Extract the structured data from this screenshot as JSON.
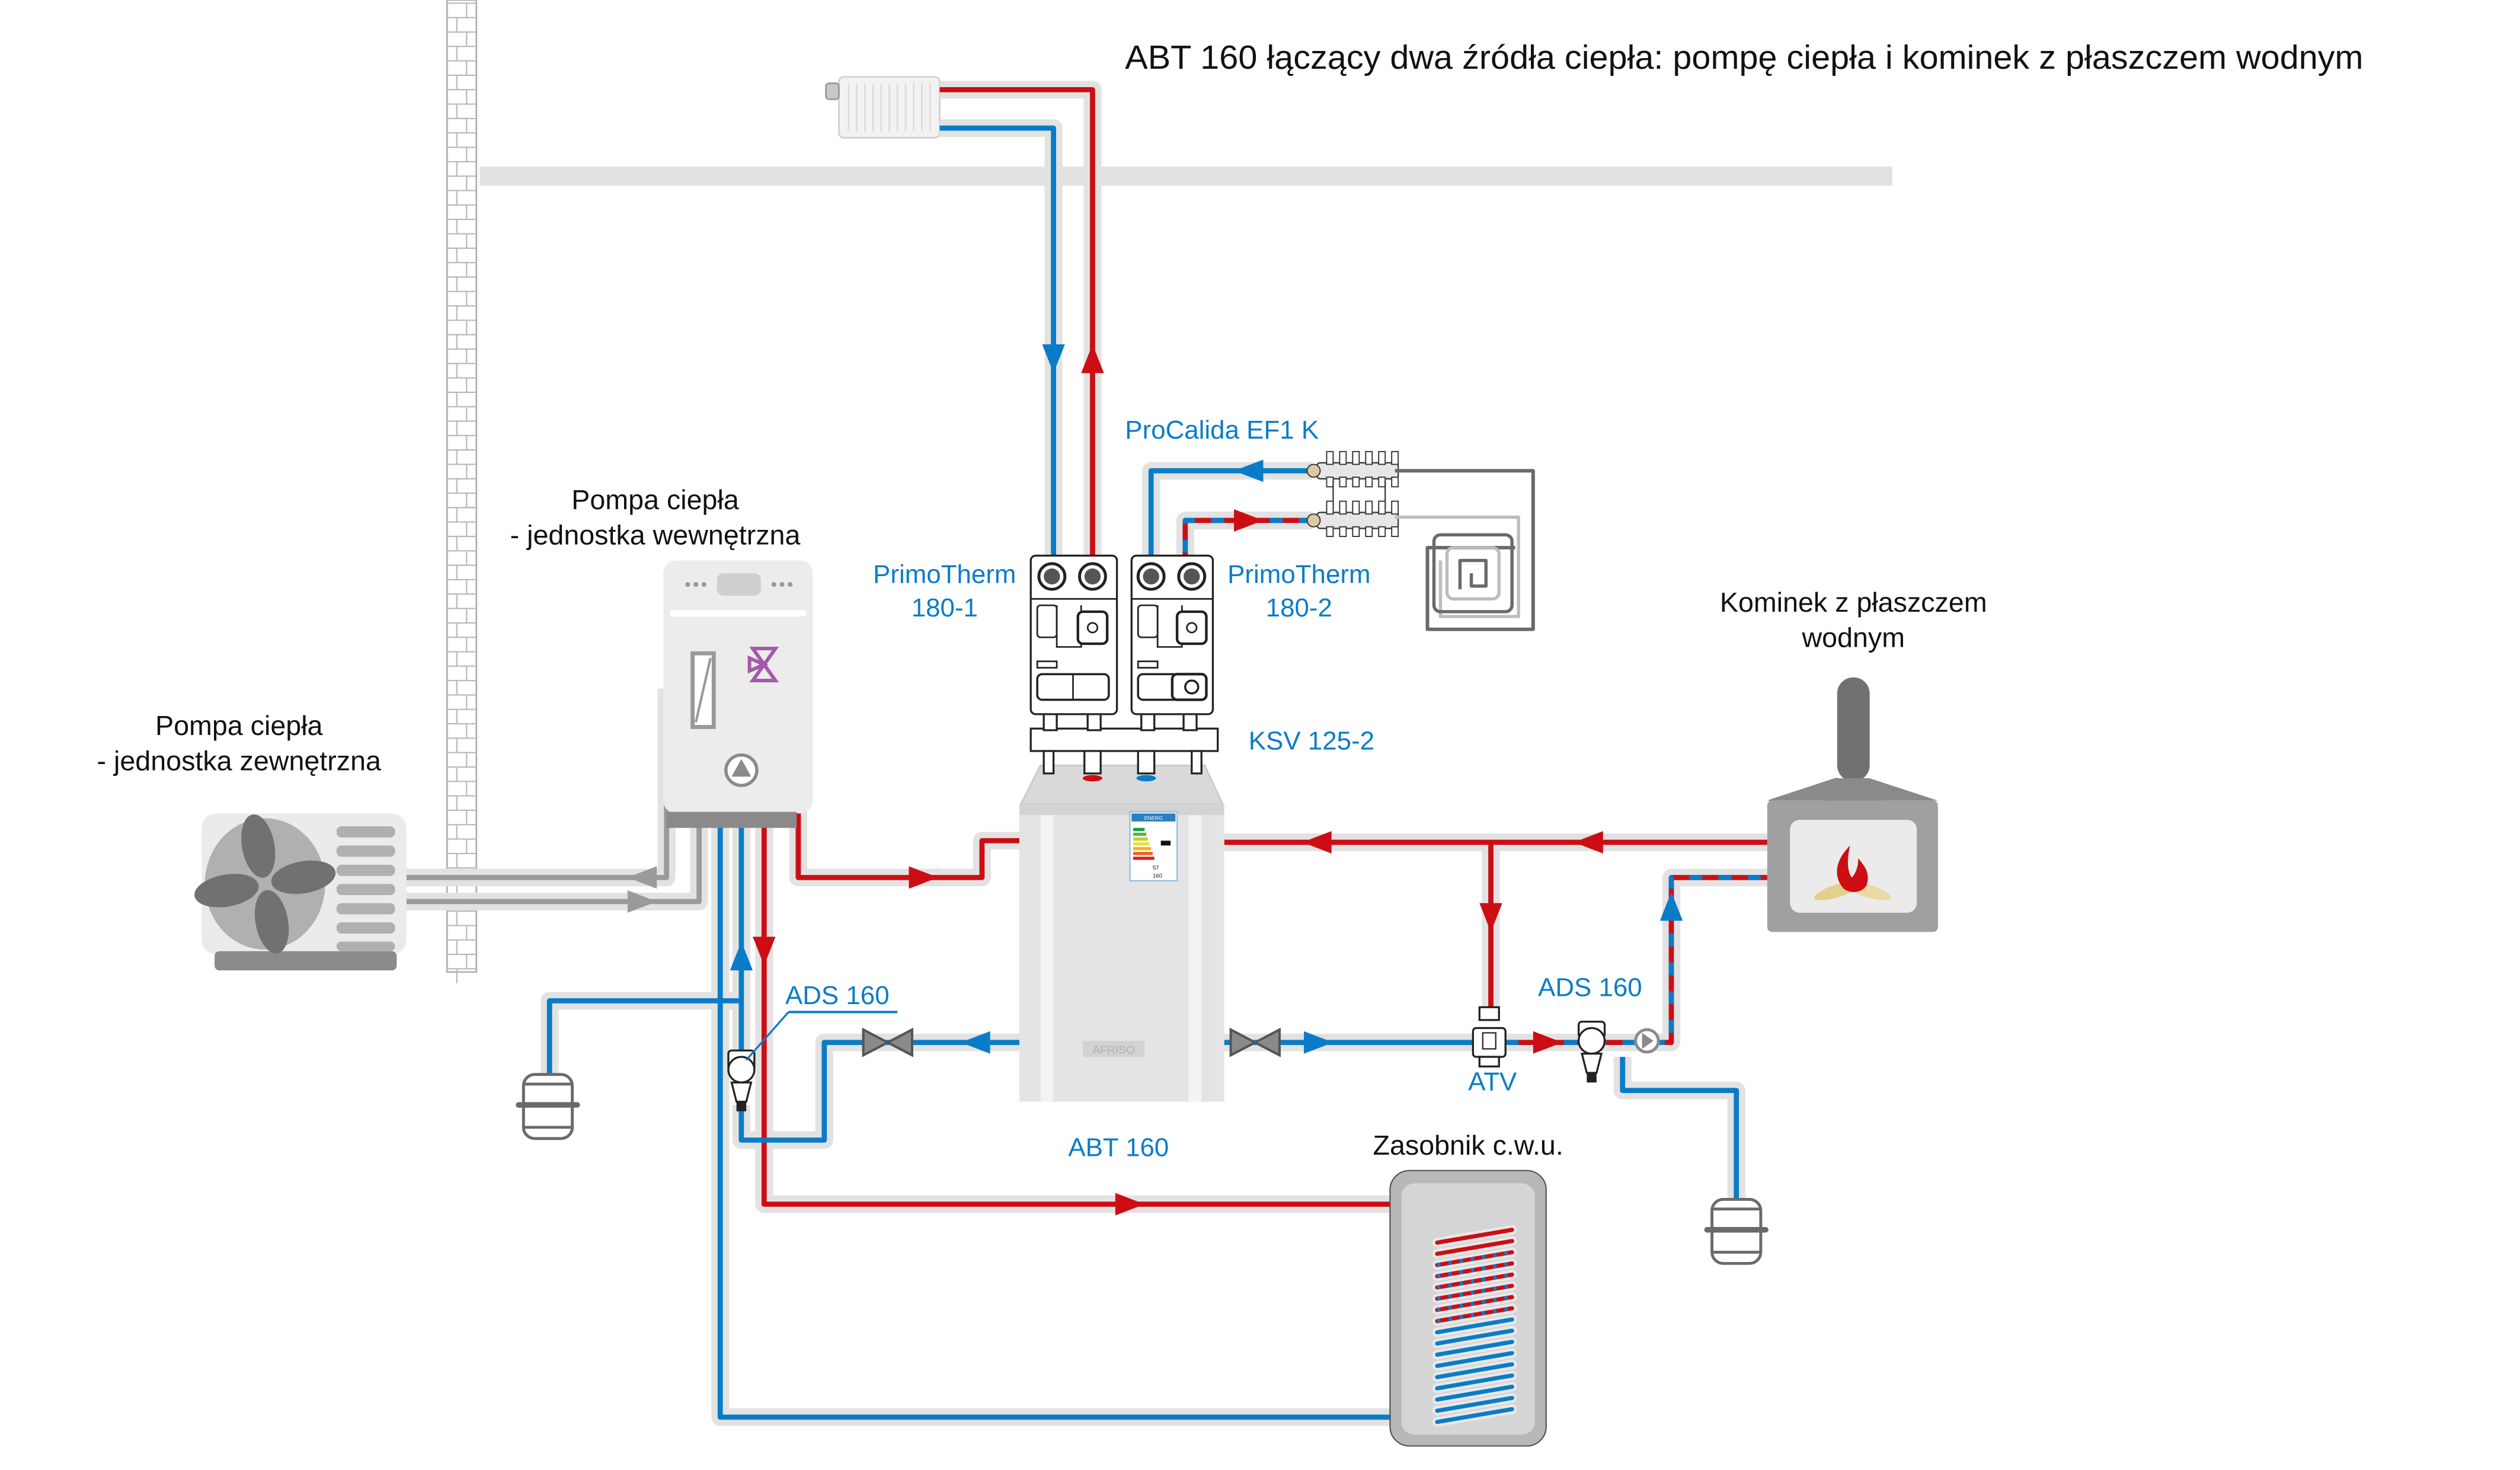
{
  "title": "ABT 160 łączący dwa źródła ciepła: pompę ciepła i kominek z płaszczem wodnym",
  "labels": {
    "heat_pump_outdoor": [
      "Pompa ciepła",
      "- jednostka zewnętrzna"
    ],
    "heat_pump_indoor": [
      "Pompa ciepła",
      "- jednostka wewnętrzna"
    ],
    "fireplace": [
      "Kominek z płaszczem",
      "wodnym"
    ],
    "dhw_tank": "Zasobnik c.w.u.",
    "manifold": "ProCalida EF1 K",
    "primotherm_1": [
      "PrimoTherm",
      "180-1"
    ],
    "primotherm_2": [
      "PrimoTherm",
      "180-2"
    ],
    "ksv": "KSV 125-2",
    "buffer": "ABT 160",
    "ads_left": "ADS 160",
    "ads_right": "ADS 160",
    "atv": "ATV",
    "brand_plate": "AFRISO",
    "energy_label": {
      "header": "ENERG",
      "value_1": "57",
      "value_1_unit": "W",
      "value_2": "160",
      "value_2_unit": "L"
    }
  },
  "colors": {
    "supply_hot": "#cc0e14",
    "return_cold": "#0a7cc7",
    "refrigerant": "#9a9a9a",
    "sleeve": "#e2e2e2",
    "label_blue": "#0a7cc7",
    "text_black": "#111111"
  }
}
